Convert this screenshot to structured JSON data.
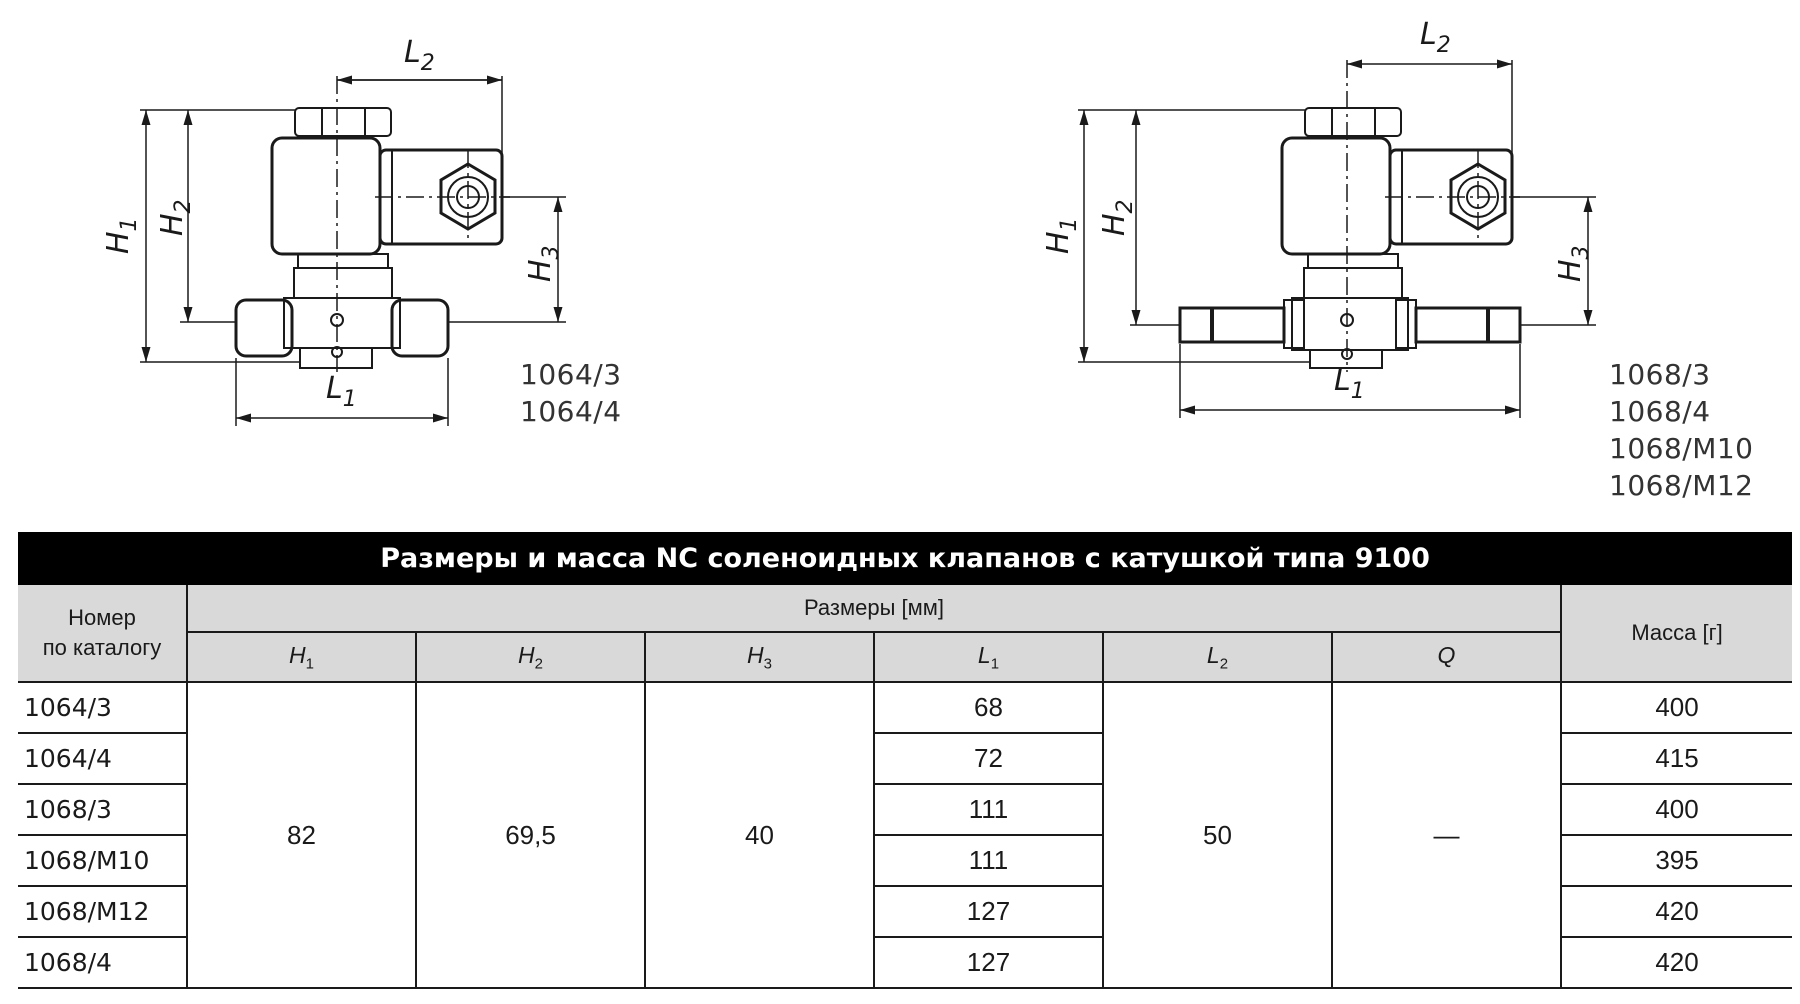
{
  "drawing_left": {
    "dims": {
      "L1": "L",
      "L1_sub": "1",
      "L2": "L",
      "L2_sub": "2",
      "H1": "H",
      "H1_sub": "1",
      "H2": "H",
      "H2_sub": "2",
      "H3": "H",
      "H3_sub": "3"
    },
    "models": [
      "1064/3",
      "1064/4"
    ]
  },
  "drawing_right": {
    "dims": {
      "L1": "L",
      "L1_sub": "1",
      "L2": "L",
      "L2_sub": "2",
      "H1": "H",
      "H1_sub": "1",
      "H2": "H",
      "H2_sub": "2",
      "H3": "H",
      "H3_sub": "3"
    },
    "models": [
      "1068/3",
      "1068/4",
      "1068/M10",
      "1068/M12"
    ]
  },
  "table": {
    "title": "Размеры и масса NC соленоидных клапанов с катушкой типа 9100",
    "catalog_header_1": "Номер",
    "catalog_header_2": "по каталогу",
    "dims_header": "Размеры [мм]",
    "mass_header": "Масса [г]",
    "cols": [
      {
        "sym": "H",
        "sub": "1"
      },
      {
        "sym": "H",
        "sub": "2"
      },
      {
        "sym": "H",
        "sub": "3"
      },
      {
        "sym": "L",
        "sub": "1"
      },
      {
        "sym": "L",
        "sub": "2"
      },
      {
        "sym": "Q",
        "sub": ""
      }
    ],
    "merged": {
      "H1": "82",
      "H2": "69,5",
      "H3": "40",
      "L2": "50",
      "Q": "—"
    },
    "rows": [
      {
        "catalog": "1064/3",
        "L1": "68",
        "mass": "400"
      },
      {
        "catalog": "1064/4",
        "L1": "72",
        "mass": "415"
      },
      {
        "catalog": "1068/3",
        "L1": "111",
        "mass": "400"
      },
      {
        "catalog": "1068/M10",
        "L1": "111",
        "mass": "395"
      },
      {
        "catalog": "1068/M12",
        "L1": "127",
        "mass": "420"
      },
      {
        "catalog": "1068/4",
        "L1": "127",
        "mass": "420"
      }
    ]
  }
}
